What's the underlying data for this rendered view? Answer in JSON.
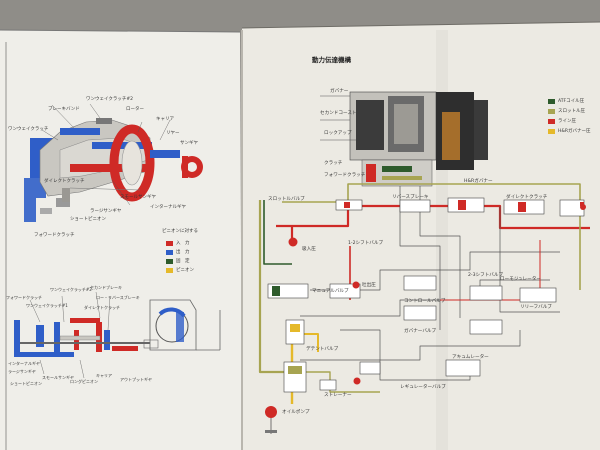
{
  "colors": {
    "page": "#efeee9",
    "page_right": "#eceae3",
    "background": "#8f8d88",
    "blue": "#2f5ec8",
    "red": "#cf2a26",
    "dark_green": "#2e5b2c",
    "olive": "#a7a451",
    "yellow": "#e5b92a",
    "orange": "#d98a2b",
    "line": "#555555"
  },
  "left_page": {
    "legend_title": "ピニオンに対する",
    "legend_items": [
      {
        "color": "#cf2a26",
        "label": "入　力"
      },
      {
        "color": "#2f5ec8",
        "label": "出　力"
      },
      {
        "color": "#2e5b2c",
        "label": "固　定"
      },
      {
        "color": "#e5b92a",
        "label": "ピニオン"
      }
    ],
    "labels_top": [
      "ワンウェイクラッチ#2",
      "ブレーキバンド",
      "ローター",
      "キャリア",
      "サンギヤ",
      "ワンウェイクラッチ",
      "リヤー",
      "ダイレクトクラッチ",
      "スモールサンギヤ",
      "インターナルギヤ",
      "ラージサンギヤ",
      "ショートピニオン",
      "フォワードクラッチ"
    ],
    "labels_bottom": [
      "フォワードクラッチ",
      "ワンウェイクラッチ#2",
      "セカンドブレーキ",
      "ワンウェイクラッチ#1",
      "ロー・リバースブレーキ",
      "ダイレクトクラッチ",
      "インターナルギヤ",
      "ラージサンギヤ",
      "スモールサンギヤ",
      "ショートピニオン",
      "ロングピニオン",
      "キャリア",
      "アウトプットギヤ"
    ]
  },
  "right_page": {
    "title": "動力伝達機構",
    "legend_items": [
      {
        "color": "#2e5b2c",
        "label": "ATFコイル圧"
      },
      {
        "color": "#a7a451",
        "label": "スロットル圧"
      },
      {
        "color": "#cf2a26",
        "label": "ライン圧"
      },
      {
        "color": "#e5b92a",
        "label": "H&Rガバナー圧"
      }
    ],
    "labels": [
      "スロットルバルブ",
      "ガバナー",
      "セカンドコースト",
      "1-2シフトバルブ",
      "2-3シフトバルブ",
      "マニュアルバルブ",
      "レギュレーターバルブ",
      "デテントバルブ",
      "オイルポンプ",
      "吸入圧",
      "吐出圧",
      "ダイレクトクラッチ",
      "フォワードクラッチ",
      "リバースブレーキ",
      "ローモジュレーター",
      "H&Rガバナー",
      "リリーフバルブ",
      "アキュムレーター",
      "クラッチ",
      "コントロールバルブ",
      "ロックアップ",
      "ガバナーバルブ",
      "ストレーナー"
    ]
  }
}
